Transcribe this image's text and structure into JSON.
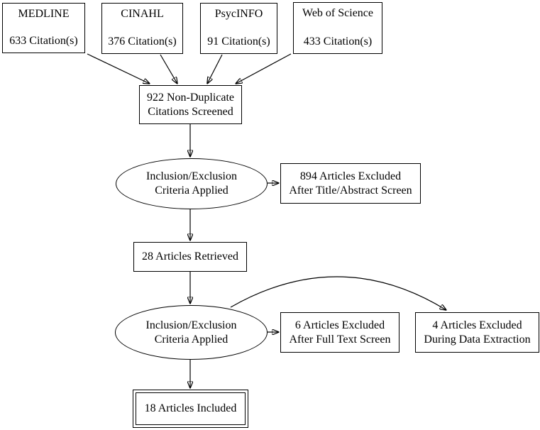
{
  "colors": {
    "stroke": "#000000",
    "background": "#ffffff",
    "text": "#000000"
  },
  "flow": {
    "sources": [
      {
        "name": "MEDLINE",
        "citations": "633 Citation(s)"
      },
      {
        "name": "CINAHL",
        "citations": "376 Citation(s)"
      },
      {
        "name": "PsycINFO",
        "citations": "91 Citation(s)"
      },
      {
        "name": "Web of Science",
        "citations": "433 Citation(s)"
      }
    ],
    "screened": {
      "lines": [
        "922 Non-Duplicate",
        "Citations Screened"
      ]
    },
    "criteria_top": {
      "lines": [
        "Inclusion/Exclusion",
        "Criteria Applied"
      ]
    },
    "excluded_title_abstract": {
      "lines": [
        "894 Articles Excluded",
        "After Title/Abstract Screen"
      ]
    },
    "retrieved": {
      "label": "28 Articles Retrieved"
    },
    "criteria_bottom": {
      "lines": [
        "Inclusion/Exclusion",
        "Criteria Applied"
      ]
    },
    "excluded_full_text": {
      "lines": [
        "6 Articles Excluded",
        "After Full Text Screen"
      ]
    },
    "excluded_data_extraction": {
      "lines": [
        "4 Articles Excluded",
        "During Data Extraction"
      ]
    },
    "included": {
      "label": "18 Articles Included"
    }
  }
}
